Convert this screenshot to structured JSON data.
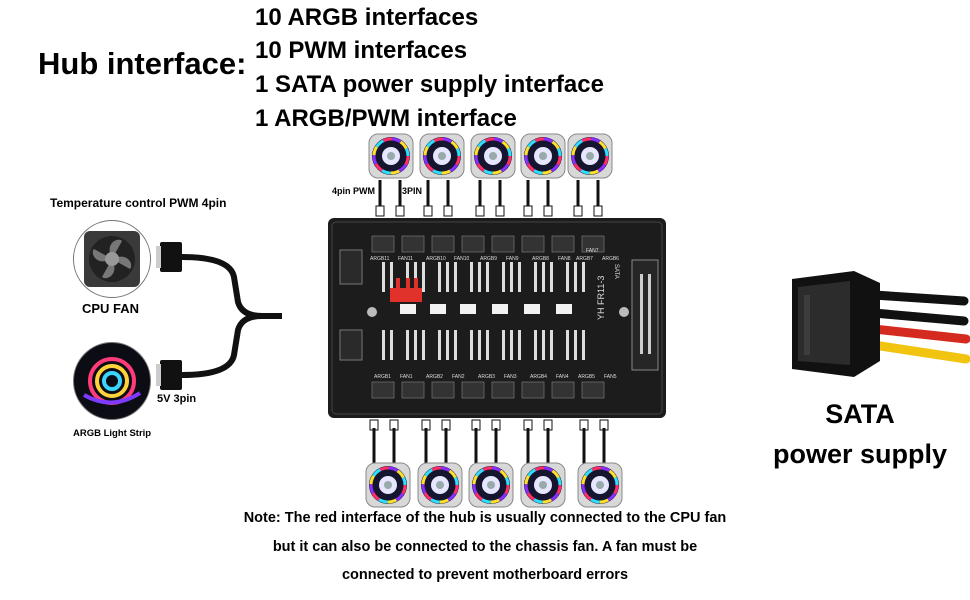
{
  "header": {
    "title": "Hub interface:",
    "specs": [
      "10 ARGB interfaces",
      "10 PWM interfaces",
      "1 SATA power supply interface",
      "1 ARGB/PWM interface"
    ]
  },
  "left_panel": {
    "title": "Temperature control PWM 4pin",
    "cpu_fan_label": "CPU FAN",
    "argb_strip_label": "ARGB Light Strip",
    "pin_label": "5V 3pin"
  },
  "pin_labels": {
    "pwm4": "4pin PWM",
    "pin3": "3PIN"
  },
  "board": {
    "model": "YH FR11-3",
    "port_labels_top": [
      "ARGB11",
      "FAN11",
      "ARGB10",
      "FAN10",
      "ARGB9",
      "FAN9",
      "ARGB8",
      "FAN8",
      "ARGB7",
      "FAN7",
      "ARGB6"
    ],
    "port_labels_bottom": [
      "ARGB1",
      "FAN1",
      "ARGB2",
      "FAN2",
      "ARGB3",
      "FAN3",
      "ARGB4",
      "FAN4",
      "ARGB5",
      "FAN5"
    ],
    "sata_label": "SATA"
  },
  "sata": {
    "line1": "SATA",
    "line2": "power supply"
  },
  "note": {
    "line1": "Note: The red interface of the hub is usually connected to the CPU fan",
    "line2": "but it can also be connected to the chassis fan. A fan must be",
    "line3": "connected to prevent motherboard errors"
  },
  "colors": {
    "board": "#1c1c1c",
    "red_port": "#e0322b",
    "wire_red": "#d42a1f",
    "wire_yellow": "#f1c40f",
    "wire_black": "#111111"
  }
}
